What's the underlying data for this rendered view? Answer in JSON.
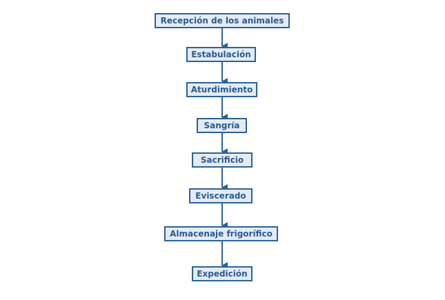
{
  "flow": {
    "steps": [
      "Recepción de los animales",
      "Estabulación",
      "Aturdimiento",
      "Sangría",
      "Sacrificio",
      "Eviscerado",
      "Almacenaje frigorífico",
      "Expedición"
    ]
  },
  "colors": {
    "border": "#2c6199",
    "fill": "#e3ecf6",
    "text": "#2c5a8f",
    "arrow": "#2c6199"
  }
}
